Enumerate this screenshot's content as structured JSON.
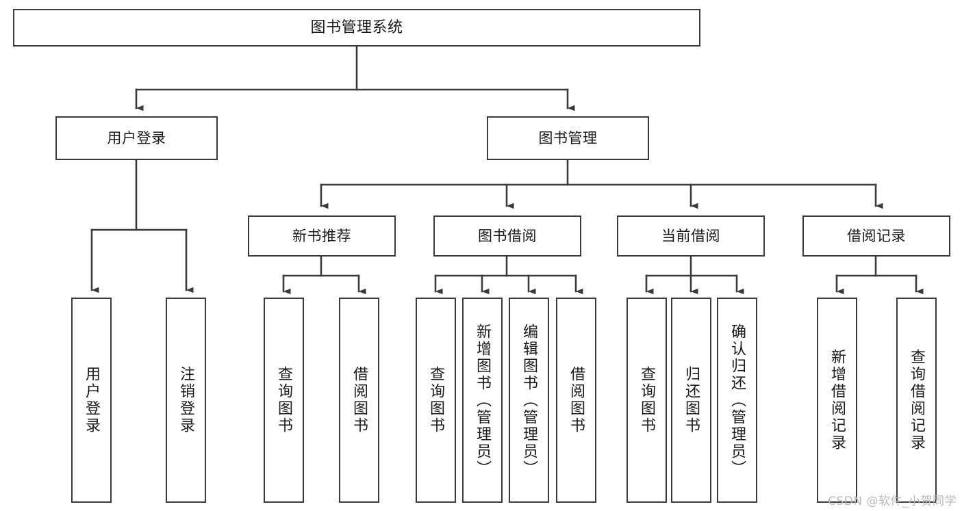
{
  "diagram": {
    "title": "图书管理系统",
    "type": "hierarchy-tree",
    "watermark": "CSDN @软件_小贺同学",
    "colors": {
      "box_border": "#3a3a3a",
      "box_fill": "#ffffff",
      "edge": "#3a3a3a",
      "text": "#1a1a1a",
      "watermark": "#b9b9b9"
    },
    "nodes": {
      "root": {
        "label": "图书管理系统"
      },
      "level2": [
        {
          "label": "用户登录"
        },
        {
          "label": "图书管理"
        }
      ],
      "level3": [
        {
          "label": "新书推荐"
        },
        {
          "label": "图书借阅"
        },
        {
          "label": "当前借阅"
        },
        {
          "label": "借阅记录"
        }
      ],
      "leaves": {
        "user_login": [
          {
            "label": "用户登录"
          },
          {
            "label": "注销登录"
          }
        ],
        "new_book": [
          {
            "label": "查询图书"
          },
          {
            "label": "借阅图书"
          }
        ],
        "book_borrow": [
          {
            "label": "查询图书"
          },
          {
            "label": "新增图书（管理员）"
          },
          {
            "label": "编辑图书（管理员）"
          },
          {
            "label": "借阅图书"
          }
        ],
        "current_borrow": [
          {
            "label": "查询图书"
          },
          {
            "label": "归还图书"
          },
          {
            "label": "确认归还（管理员）"
          }
        ],
        "borrow_record": [
          {
            "label": "新增借阅记录"
          },
          {
            "label": "查询借阅记录"
          }
        ]
      }
    }
  }
}
